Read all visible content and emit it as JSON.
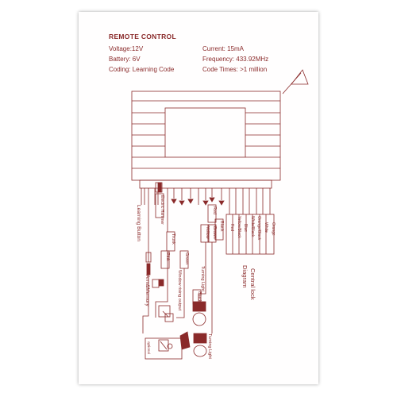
{
  "header": {
    "title": "REMOTE CONTROL",
    "voltage": "Voltage:12V",
    "battery": "Battery: 6V",
    "coding": "Coding: Learning Code",
    "current": "Current: 15mA",
    "frequency": "Frequency: 433.92MHz",
    "code_times": "Code Times: >1 million"
  },
  "labels": {
    "learning_button": "Learning Button",
    "electric_hammer": "Electric Hammer",
    "arm_memory": "Arm&Memory",
    "trunk": "Trunk",
    "pink": "Pink",
    "green": "Green",
    "window_rising_output": "Window rising output",
    "black": "Black",
    "optional": "optional",
    "yellow": "Yellow",
    "brown": "Brown",
    "turning_light_1": "Turning Light",
    "turning_light_2": "Turning Light",
    "red": "Red",
    "black_2": "Black",
    "wires": [
      "Orange",
      "White",
      "Orange/Black",
      "White/Black",
      "Blue",
      "Yellow/Black",
      "Red"
    ],
    "central_lock": "Central lock",
    "diagram": "Diagram"
  },
  "colors": {
    "line": "#8a2a2a",
    "background": "#fffefe"
  }
}
